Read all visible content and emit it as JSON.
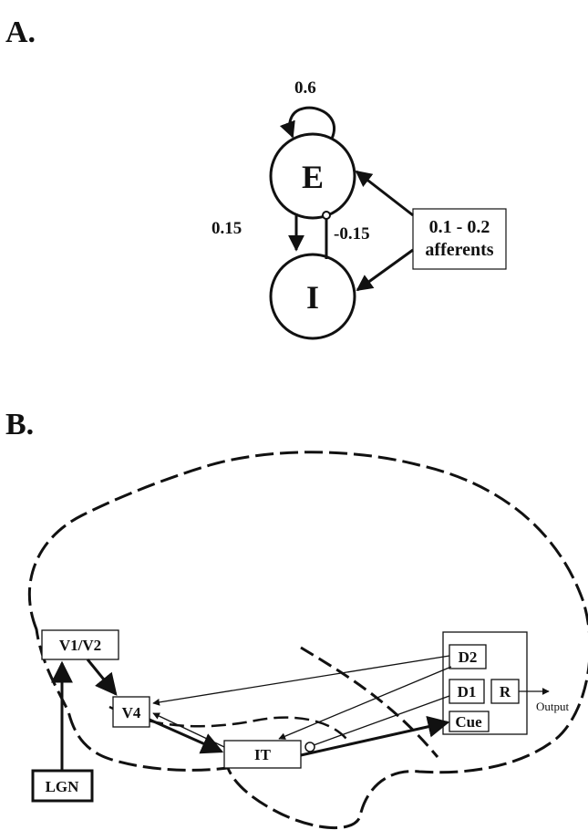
{
  "panel_a": {
    "label": "A.",
    "node_e": "E",
    "node_i": "I",
    "w_self": "0.6",
    "w_ei": "0.15",
    "w_ie": "-0.15",
    "afferents_line1": "0.1 - 0.2",
    "afferents_line2": "afferents"
  },
  "panel_b": {
    "label": "B.",
    "areas": {
      "v1v2": "V1/V2",
      "v4": "V4",
      "it": "IT",
      "lgn": "LGN",
      "d2": "D2",
      "d1": "D1",
      "r": "R",
      "cue": "Cue"
    },
    "output": "Output"
  }
}
